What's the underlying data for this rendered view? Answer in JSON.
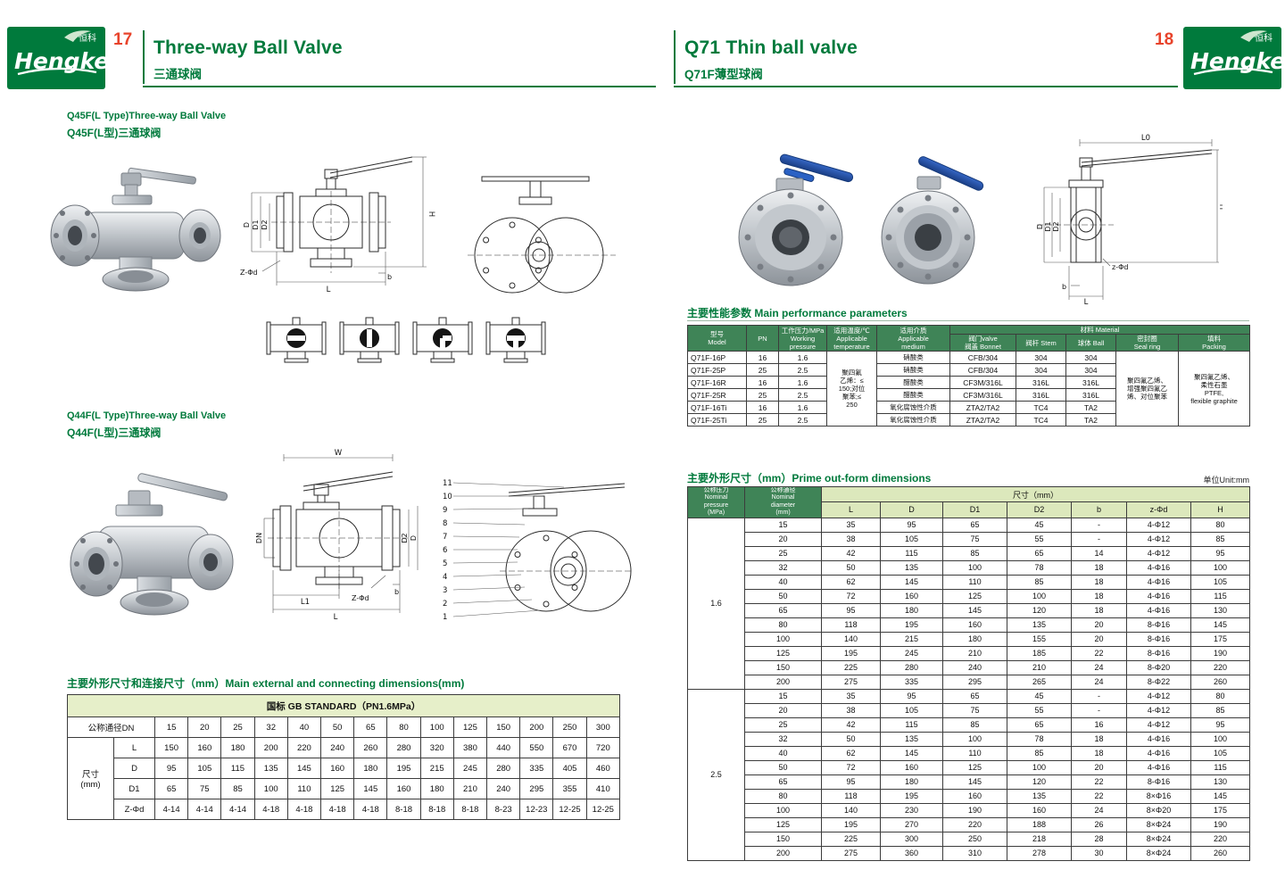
{
  "logo": {
    "name": "Hengke",
    "zh": "恒科"
  },
  "colors": {
    "brand_green": "#007a3c",
    "accent_red": "#e8432b",
    "table_header_green": "#3f8457",
    "table_band_green": "#dce8bc"
  },
  "page_left": {
    "page_number": "17",
    "title_en": "Three-way Ball Valve",
    "title_zh": "三通球阀",
    "section1": {
      "en": "Q45F(L Type)Three-way Ball Valve",
      "zh": "Q45F(L型)三通球阀"
    },
    "section2": {
      "en": "Q44F(L Type)Three-way Ball Valve",
      "zh": "Q44F(L型)三通球阀"
    },
    "dim_table": {
      "title": "主要外形尺寸和连接尺寸（mm）Main external and connecting dimensions(mm)",
      "standard_header": "国标 GB STANDARD（PN1.6MPa）",
      "dn_label": "公称通径DN",
      "size_label": "尺寸\n(mm)",
      "dn_values": [
        "15",
        "20",
        "25",
        "32",
        "40",
        "50",
        "65",
        "80",
        "100",
        "125",
        "150",
        "200",
        "250",
        "300"
      ],
      "rows": [
        {
          "label": "L",
          "values": [
            "150",
            "160",
            "180",
            "200",
            "220",
            "240",
            "260",
            "280",
            "320",
            "380",
            "440",
            "550",
            "670",
            "720"
          ]
        },
        {
          "label": "D",
          "values": [
            "95",
            "105",
            "115",
            "135",
            "145",
            "160",
            "180",
            "195",
            "215",
            "245",
            "280",
            "335",
            "405",
            "460"
          ]
        },
        {
          "label": "D1",
          "values": [
            "65",
            "75",
            "85",
            "100",
            "110",
            "125",
            "145",
            "160",
            "180",
            "210",
            "240",
            "295",
            "355",
            "410"
          ]
        },
        {
          "label": "Z-Φd",
          "values": [
            "4-14",
            "4-14",
            "4-14",
            "4-18",
            "4-18",
            "4-18",
            "4-18",
            "8-18",
            "8-18",
            "8-18",
            "8-23",
            "12-23",
            "12-25",
            "12-25"
          ]
        }
      ]
    }
  },
  "page_right": {
    "page_number": "18",
    "title_en": "Q71 Thin ball valve",
    "title_zh": "Q71F薄型球阀",
    "perf_table": {
      "section_title": "主要性能参数  Main performance parameters",
      "headers": {
        "model": "型号\nModel",
        "pn": "PN",
        "working_pressure": "工作压力/MPa\nWorking\npressure",
        "temperature": "适用温度/℃\nApplicable\ntemperature",
        "medium": "适用介质\nApplicable\nmedium",
        "material": "材料 Material",
        "bonnet": "阀门valve\n阀盖 Bonnet",
        "stem": "阀杆 Stem",
        "ball": "球体 Ball",
        "seal_ring": "密封圈\nSeal ring",
        "packing": "填料\nPacking"
      },
      "temperature_cell": "聚四氟\n乙烯：≤\n150;对位\n聚苯;≤\n250",
      "seal_ring_cell": "聚四氟乙烯、\n增强聚四氟乙\n烯、对位聚苯",
      "packing_cell": "聚四氟乙烯、\n柔性石墨\nPTFE,\nflexible graphite",
      "rows": [
        {
          "model": "Q71F-16P",
          "pn": "16",
          "pressure": "1.6",
          "medium": "硝酸类",
          "bonnet": "CFB/304",
          "stem": "304",
          "ball": "304"
        },
        {
          "model": "Q71F-25P",
          "pn": "25",
          "pressure": "2.5",
          "medium": "硝酸类",
          "bonnet": "CFB/304",
          "stem": "304",
          "ball": "304"
        },
        {
          "model": "Q71F-16R",
          "pn": "16",
          "pressure": "1.6",
          "medium": "醋酸类",
          "bonnet": "CF3M/316L",
          "stem": "316L",
          "ball": "316L"
        },
        {
          "model": "Q71F-25R",
          "pn": "25",
          "pressure": "2.5",
          "medium": "醋酸类",
          "bonnet": "CF3M/316L",
          "stem": "316L",
          "ball": "316L"
        },
        {
          "model": "Q71F-16Ti",
          "pn": "16",
          "pressure": "1.6",
          "medium": "氧化腐蚀性介质",
          "bonnet": "ZTA2/TA2",
          "stem": "TC4",
          "ball": "TA2"
        },
        {
          "model": "Q71F-25Ti",
          "pn": "25",
          "pressure": "2.5",
          "medium": "氧化腐蚀性介质",
          "bonnet": "ZTA2/TA2",
          "stem": "TC4",
          "ball": "TA2"
        }
      ]
    },
    "out_table": {
      "section_title": "主要外形尺寸（mm）Prime out-form dimensions",
      "unit_note": "单位Unit:mm",
      "headers": {
        "pressure": "公称压力\nNominal\npressure\n(MPa)",
        "diameter": "公称通径\nNominal\ndiameter\n(mm)",
        "size_band": "尺寸（mm）",
        "cols": [
          "L",
          "D",
          "D1",
          "D2",
          "b",
          "z-Φd",
          "H"
        ]
      },
      "groups": [
        {
          "pressure": "1.6",
          "rows": [
            [
              "15",
              "35",
              "95",
              "65",
              "45",
              "-",
              "4-Φ12",
              "80"
            ],
            [
              "20",
              "38",
              "105",
              "75",
              "55",
              "-",
              "4-Φ12",
              "85"
            ],
            [
              "25",
              "42",
              "115",
              "85",
              "65",
              "14",
              "4-Φ12",
              "95"
            ],
            [
              "32",
              "50",
              "135",
              "100",
              "78",
              "18",
              "4-Φ16",
              "100"
            ],
            [
              "40",
              "62",
              "145",
              "110",
              "85",
              "18",
              "4-Φ16",
              "105"
            ],
            [
              "50",
              "72",
              "160",
              "125",
              "100",
              "18",
              "4-Φ16",
              "115"
            ],
            [
              "65",
              "95",
              "180",
              "145",
              "120",
              "18",
              "4-Φ16",
              "130"
            ],
            [
              "80",
              "118",
              "195",
              "160",
              "135",
              "20",
              "8-Φ16",
              "145"
            ],
            [
              "100",
              "140",
              "215",
              "180",
              "155",
              "20",
              "8-Φ16",
              "175"
            ],
            [
              "125",
              "195",
              "245",
              "210",
              "185",
              "22",
              "8-Φ16",
              "190"
            ],
            [
              "150",
              "225",
              "280",
              "240",
              "210",
              "24",
              "8-Φ20",
              "220"
            ],
            [
              "200",
              "275",
              "335",
              "295",
              "265",
              "24",
              "8-Φ22",
              "260"
            ]
          ]
        },
        {
          "pressure": "2.5",
          "rows": [
            [
              "15",
              "35",
              "95",
              "65",
              "45",
              "-",
              "4-Φ12",
              "80"
            ],
            [
              "20",
              "38",
              "105",
              "75",
              "55",
              "-",
              "4-Φ12",
              "85"
            ],
            [
              "25",
              "42",
              "115",
              "85",
              "65",
              "16",
              "4-Φ12",
              "95"
            ],
            [
              "32",
              "50",
              "135",
              "100",
              "78",
              "18",
              "4-Φ16",
              "100"
            ],
            [
              "40",
              "62",
              "145",
              "110",
              "85",
              "18",
              "4-Φ16",
              "105"
            ],
            [
              "50",
              "72",
              "160",
              "125",
              "100",
              "20",
              "4-Φ16",
              "115"
            ],
            [
              "65",
              "95",
              "180",
              "145",
              "120",
              "22",
              "8-Φ16",
              "130"
            ],
            [
              "80",
              "118",
              "195",
              "160",
              "135",
              "22",
              "8×Φ16",
              "145"
            ],
            [
              "100",
              "140",
              "230",
              "190",
              "160",
              "24",
              "8×Φ20",
              "175"
            ],
            [
              "125",
              "195",
              "270",
              "220",
              "188",
              "26",
              "8×Φ24",
              "190"
            ],
            [
              "150",
              "225",
              "300",
              "250",
              "218",
              "28",
              "8×Φ24",
              "220"
            ],
            [
              "200",
              "275",
              "360",
              "310",
              "278",
              "30",
              "8×Φ24",
              "260"
            ]
          ]
        }
      ]
    }
  },
  "drawings": {
    "part_numbers": [
      "11",
      "10",
      "9",
      "8",
      "7",
      "6",
      "5",
      "4",
      "3",
      "2",
      "1"
    ],
    "q45f_front_labels": {
      "h": "H",
      "d": "D",
      "d1": "D1",
      "d2": "D2",
      "l": "L",
      "b": "b",
      "zd": "Z-Φd"
    },
    "q44f_front_labels": {
      "w": "W",
      "dn": "DN",
      "d": "D",
      "d2": "D2",
      "l1": "L1",
      "l": "L",
      "b": "b",
      "zd": "Z-Φd"
    },
    "q71_drawing_labels": {
      "l0": "L0",
      "h": "H",
      "d": "D",
      "d1": "D1",
      "d2": "D2",
      "zd": "z-Φd",
      "b": "b",
      "l": "L"
    }
  }
}
